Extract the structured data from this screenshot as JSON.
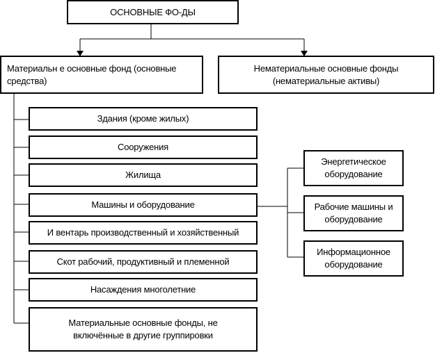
{
  "title": "ОСНОВНЫЕ ФО-ДЫ",
  "tangible": "Материальн е основные фонд (основные средства)",
  "intangible": "Нематериальные основные фонды (нематериальные активы)",
  "tangible_items": [
    "Здания (кроме жилых)",
    "Сооружения",
    "Жилища",
    "Машины и оборудование",
    "И вентарь производственный и хозяйственный",
    "Скот рабочий, продуктивный и племенной",
    "Насаждения многолетние",
    "Материальные основные фонды, не включённые в другие группировки"
  ],
  "machine_types": [
    "Энергетическое оборудование",
    "Рабочие машины и оборудование",
    "Информационное оборудование"
  ]
}
